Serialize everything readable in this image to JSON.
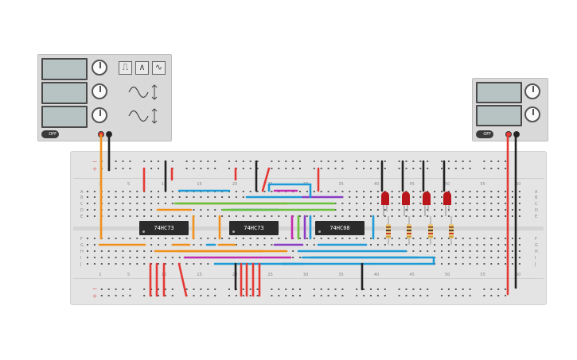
{
  "function_generator": {
    "power_switch": "OFF",
    "waveforms": [
      "square-wave-icon",
      "triangle-wave-icon",
      "sine-wave-icon"
    ]
  },
  "power_supply": {
    "power_switch": "OFF"
  },
  "chips": [
    "74HC73",
    "74HC73",
    "74HC08"
  ],
  "breadboard": {
    "column_labels": [
      "1",
      "5",
      "10",
      "15",
      "20",
      "25",
      "30",
      "35",
      "40",
      "45",
      "50",
      "55",
      "60"
    ],
    "row_labels_top": [
      "A",
      "B",
      "C",
      "D",
      "E"
    ],
    "row_labels_bottom": [
      "F",
      "G",
      "H",
      "I",
      "J"
    ],
    "rail_plus": "+",
    "rail_minus": "−"
  },
  "colors": {
    "red": "#e53935",
    "black": "#222222",
    "orange": "#f0901a",
    "blue": "#1e9bd7",
    "purple": "#8a3cc4",
    "green": "#6abf3b",
    "magenta": "#c52bb0",
    "led": "#b8161b",
    "resistor": "#e8c57a",
    "board": "#e4e4e4"
  }
}
